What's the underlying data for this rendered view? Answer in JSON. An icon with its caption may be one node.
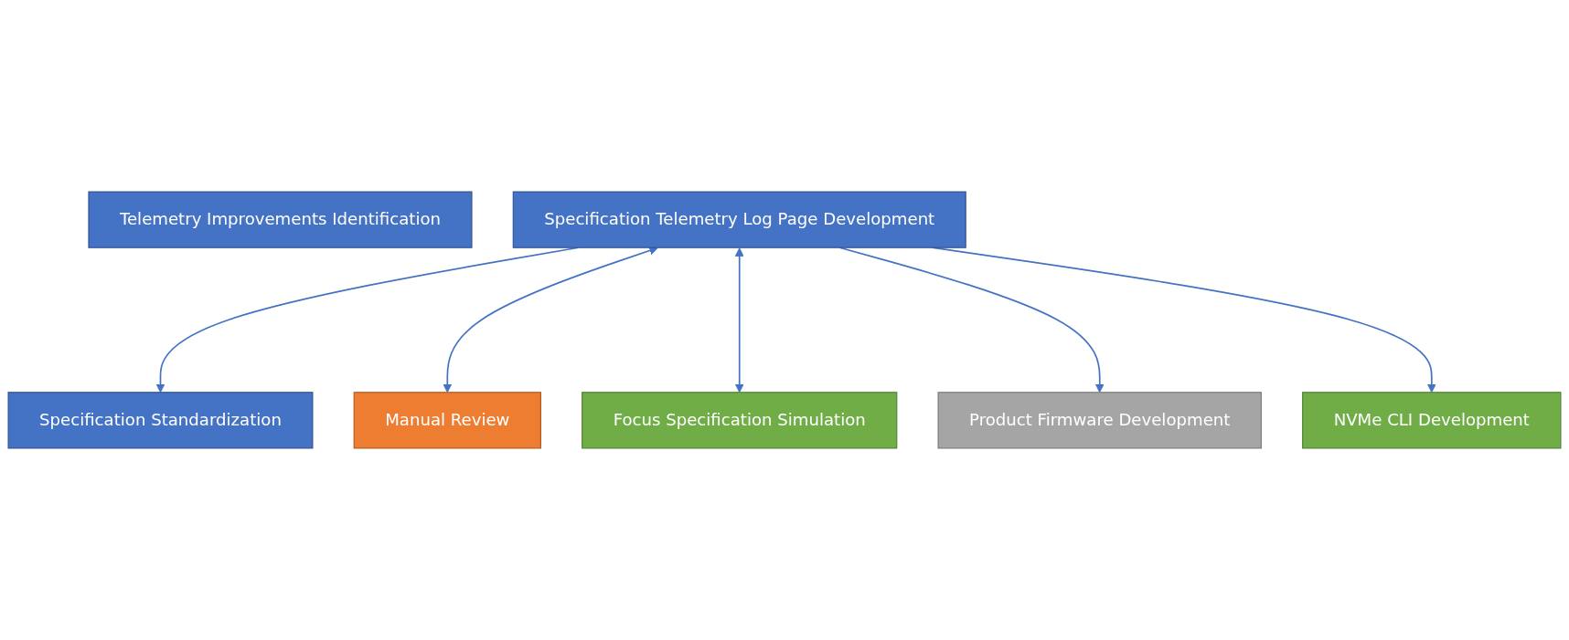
{
  "diagram": {
    "nodes": [
      {
        "text": [
          "Telemetry Improvements Identification"
        ]
      },
      {
        "text": [
          "Specification Telemetry Log Page Development"
        ]
      },
      {
        "text": [
          "Specification Standardization"
        ]
      },
      {
        "text": [
          "Manual Review"
        ]
      },
      {
        "text": [
          "Focus Specification Simulation"
        ]
      },
      {
        "text": [
          "Product Firmware Development"
        ]
      },
      {
        "text": [
          "NVMe CLI Development"
        ]
      }
    ],
    "edges": [
      {
        "from": 1,
        "to": 2,
        "arrow": "to"
      },
      {
        "from": 1,
        "to": 3,
        "arrow": "both"
      },
      {
        "from": 1,
        "to": 4,
        "arrow": "both"
      },
      {
        "from": 1,
        "to": 5,
        "arrow": "to"
      },
      {
        "from": 1,
        "to": 6,
        "arrow": "to"
      }
    ]
  }
}
